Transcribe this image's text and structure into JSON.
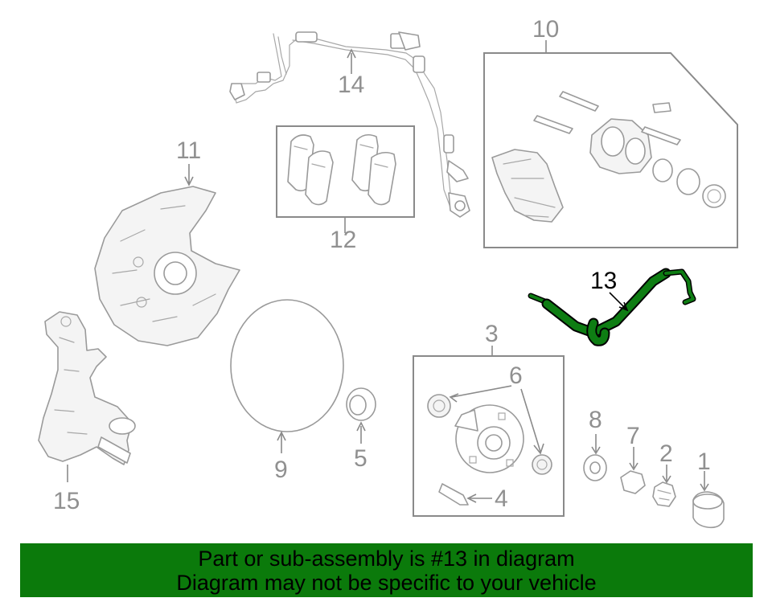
{
  "diagram": {
    "callouts": {
      "p1": "1",
      "p2": "2",
      "p3": "3",
      "p4": "4",
      "p5": "5",
      "p6": "6",
      "p7": "7",
      "p8": "8",
      "p9": "9",
      "p10": "10",
      "p11": "11",
      "p12": "12",
      "p13": "13",
      "p14": "14",
      "p15": "15"
    },
    "highlight_color": "#0e7d13"
  },
  "banner": {
    "line1": "Part or sub-assembly is #13 in diagram",
    "line2": "Diagram may not be specific to your vehicle",
    "background": "#0b7a0b"
  }
}
